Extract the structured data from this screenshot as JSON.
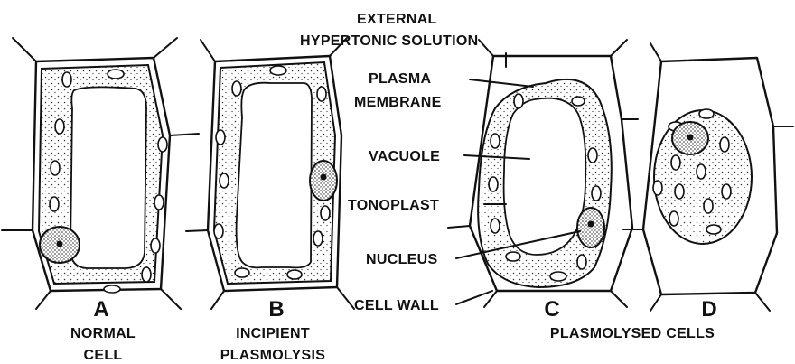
{
  "labels": {
    "external_hypertonic": [
      "EXTERNAL",
      "HYPERTONIC SOLUTION"
    ],
    "plasma_membrane": [
      "PLASMA",
      "MEMBRANE"
    ],
    "vacuole": "VACUOLE",
    "tonoplast": "TONOPLAST",
    "nucleus": "NUCLEUS",
    "cell_wall": "CELL WALL"
  },
  "cells": [
    {
      "letter": "A",
      "caption": [
        "NORMAL",
        "CELL"
      ]
    },
    {
      "letter": "B",
      "caption": [
        "INCIPIENT",
        "PLASMOLYSIS"
      ]
    },
    {
      "letter": "C",
      "caption": []
    },
    {
      "letter": "D",
      "caption": []
    }
  ],
  "group_caption": "PLASMOLYSED CELLS",
  "colors": {
    "ink": "#111111",
    "background": "#ffffff"
  }
}
